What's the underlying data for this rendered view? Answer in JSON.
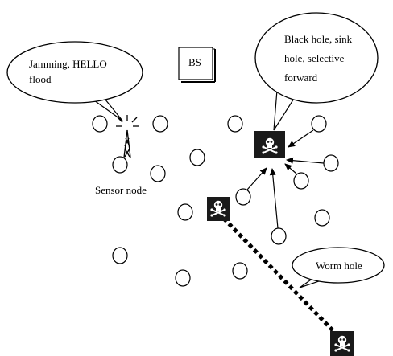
{
  "labels": {
    "jamming_line1": "Jamming, HELLO",
    "jamming_line2": "flood",
    "bs": "BS",
    "blackhole_line1": "Black hole, sink",
    "blackhole_line2": "hole, selective",
    "blackhole_line3": "forward",
    "sensor_node": "Sensor node",
    "wormhole": "Worm hole"
  },
  "icons": {
    "malicious_node": "skull-crossbones-icon",
    "radio_tower": "radio-tower-icon"
  },
  "colors": {
    "line": "#000000",
    "node_fill": "#ffffff",
    "malicious_fill": "#1a1a1a",
    "skull": "#ffffff"
  }
}
